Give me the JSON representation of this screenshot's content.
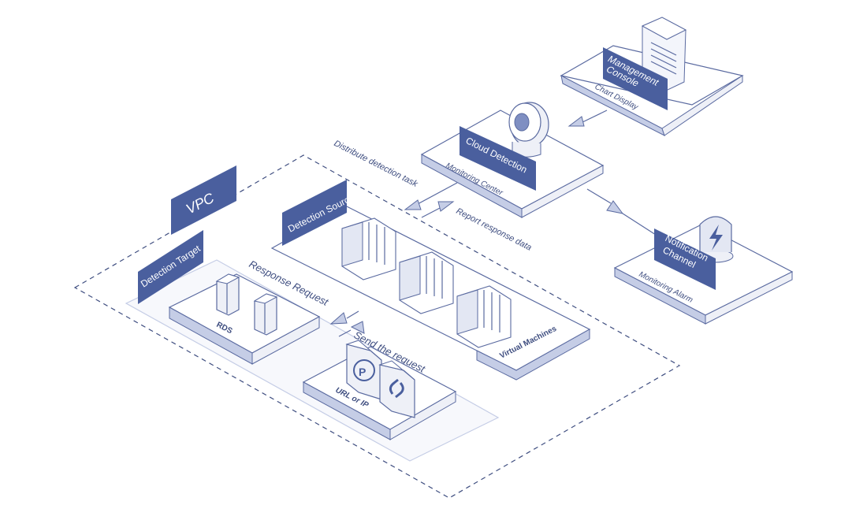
{
  "labels": {
    "vpc": "VPC",
    "detection_target": "Detection Target",
    "detection_source": "Detection Source",
    "cloud_detection": "Cloud Detection",
    "monitoring_center": "Monitoring Center",
    "management_console_line1": "Management",
    "management_console_line2": "Console",
    "chart_display": "Chart Display",
    "notification_channel_line1": "Notification",
    "notification_channel_line2": "Channel",
    "monitoring_alarm": "Monitoring Alarm",
    "rds": "RDS",
    "url_or_ip": "URL or IP",
    "virtual_machines": "Virtual Machines"
  },
  "flows": {
    "distribute": "Distribute detection task",
    "report": "Report response data",
    "response_request": "Response Request",
    "send_request": "Send the request"
  },
  "colors": {
    "accent": "#4a5f9e",
    "band": "#c5cde6",
    "outline": "#5a6aa0"
  },
  "icons": [
    "camera-icon",
    "server-icon",
    "lightning-icon",
    "ip-icon",
    "link-icon",
    "database-icon",
    "vm-icon"
  ]
}
